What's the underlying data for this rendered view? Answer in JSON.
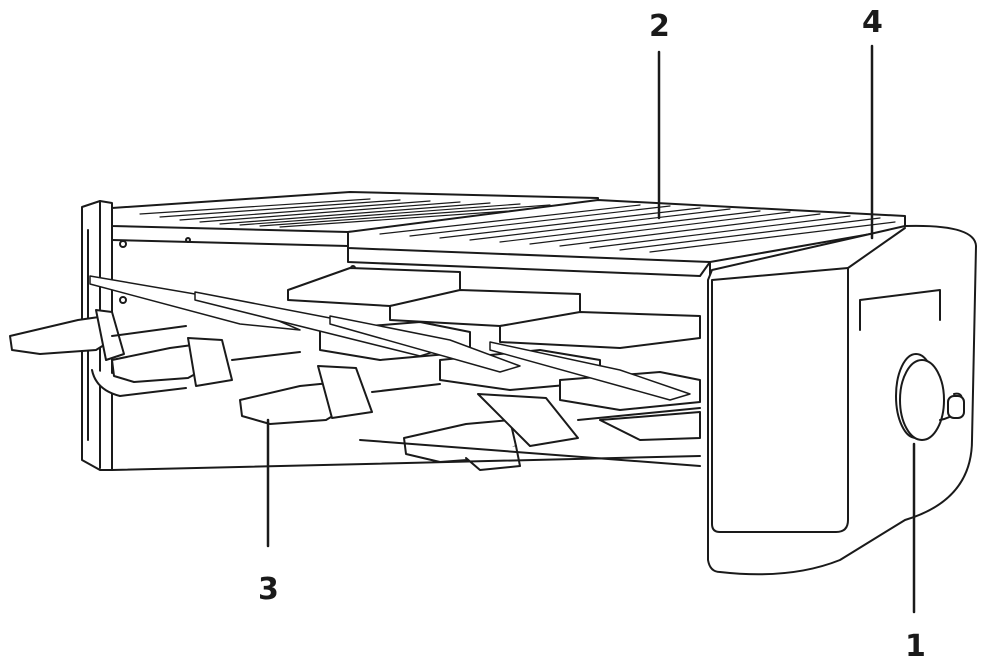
{
  "diagram": {
    "subject": "raclette-grill",
    "stroke_color": "#1a1a1a",
    "fill_color": "#ffffff",
    "callouts": [
      {
        "id": "c2",
        "label": "2"
      },
      {
        "id": "c4",
        "label": "4"
      },
      {
        "id": "c3",
        "label": "3"
      },
      {
        "id": "c1",
        "label": "1"
      }
    ]
  }
}
